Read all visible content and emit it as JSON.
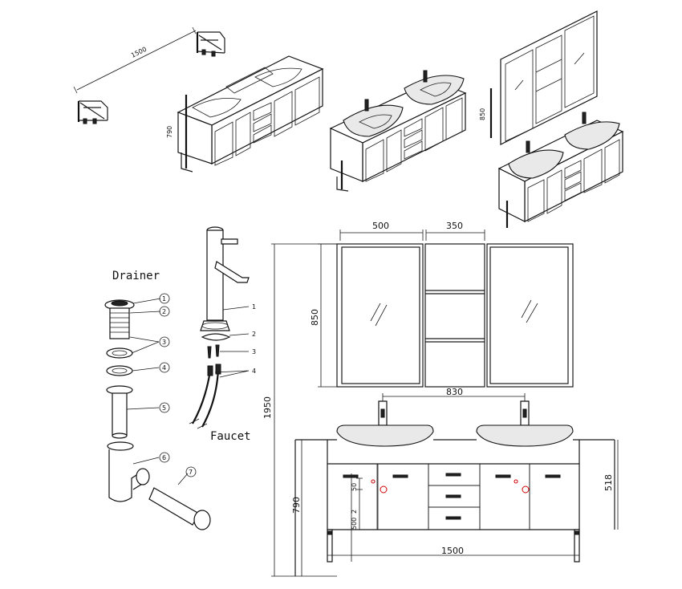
{
  "labels": {
    "drainer": "Drainer",
    "faucet": "Faucet"
  },
  "drainer_callouts": [
    "1",
    "2",
    "3",
    "4",
    "5",
    "6",
    "7"
  ],
  "faucet_callouts": [
    "1",
    "2",
    "3",
    "4"
  ],
  "dimensions": {
    "top_overall": "1500",
    "mirror_width": "500",
    "shelf_width": "350",
    "mirror_height": "850",
    "faucet_spacing": "830",
    "total_height": "1950",
    "counter_height": "790",
    "cabinet_height": "518",
    "cabinet_width": "1500",
    "pipe_offset_50": "50",
    "pipe_offset_2": "2",
    "pipe_offset_500": "500"
  }
}
